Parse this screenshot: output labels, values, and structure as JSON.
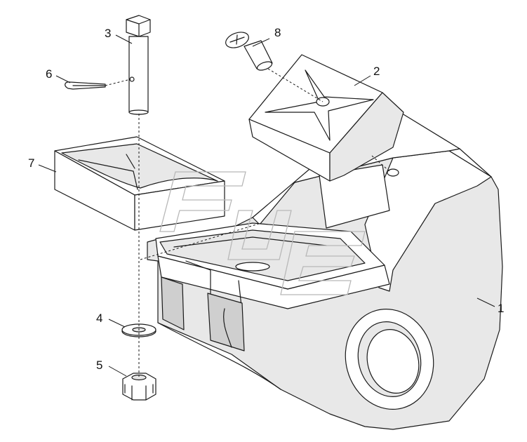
{
  "callouts": [
    {
      "id": "p1",
      "text": "1"
    },
    {
      "id": "p2",
      "text": "2"
    },
    {
      "id": "p3",
      "text": "3"
    },
    {
      "id": "p4",
      "text": "4"
    },
    {
      "id": "p5",
      "text": "5"
    },
    {
      "id": "p6",
      "text": "6"
    },
    {
      "id": "p7",
      "text": "7"
    },
    {
      "id": "p8",
      "text": "8"
    }
  ],
  "line_color": "#1a1a1a",
  "watermark_color": "#b8b8b8",
  "background": "#ffffff"
}
